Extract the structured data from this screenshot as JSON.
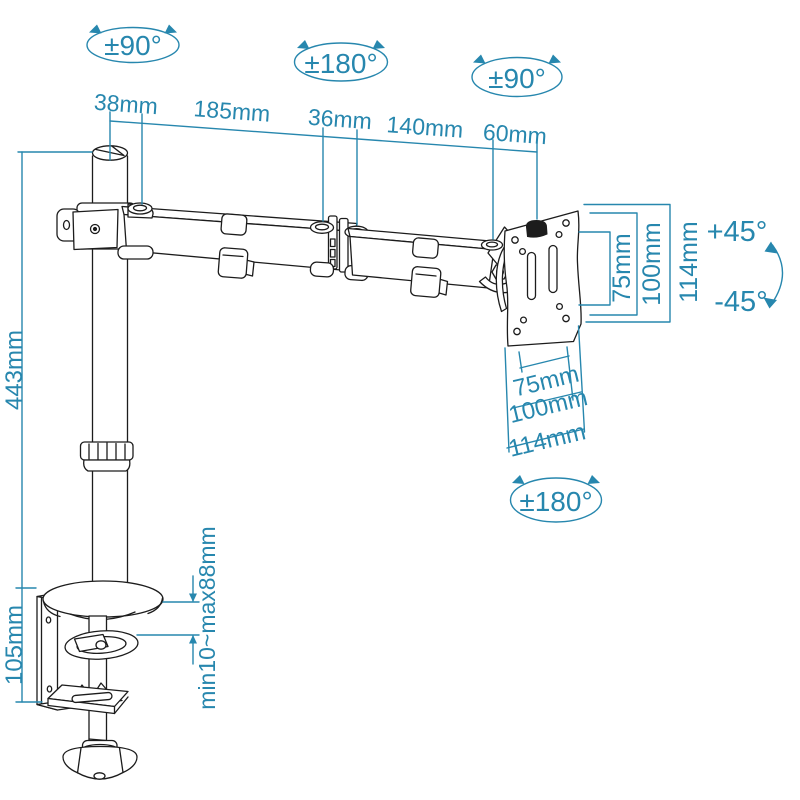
{
  "colors": {
    "dimension": "#2787ae",
    "line": "#1c1c1c",
    "background": "#ffffff"
  },
  "rotation": {
    "pole": "±90°",
    "elbow": "±180°",
    "head": "±90°",
    "plate": "±180°",
    "tilt_up": "+45°",
    "tilt_down": "-45°"
  },
  "top_dims": {
    "pole_diameter": "38mm",
    "arm1_length": "185mm",
    "joint_length": "36mm",
    "arm2_length": "140mm",
    "head_offset": "60mm"
  },
  "left_dims": {
    "pole_height": "443mm",
    "clamp_height": "105mm",
    "desk_thickness": "min10~max88mm"
  },
  "vesa_side_dims": {
    "v75": "75mm",
    "v100": "100mm",
    "v114": "114mm"
  },
  "vesa_bottom_dims": {
    "v75": "75mm",
    "v100": "100mm",
    "v114": "114mm"
  }
}
